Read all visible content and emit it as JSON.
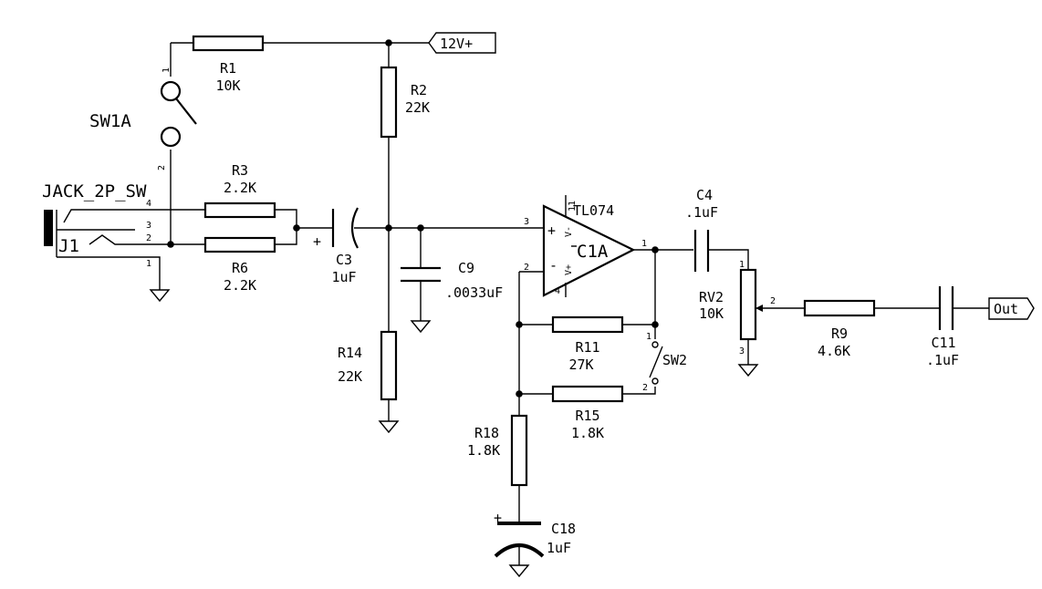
{
  "schematic": {
    "components": {
      "r1": {
        "ref": "R1",
        "value": "10K"
      },
      "r2": {
        "ref": "R2",
        "value": "22K"
      },
      "r3": {
        "ref": "R3",
        "value": "2.2K"
      },
      "r6": {
        "ref": "R6",
        "value": "2.2K"
      },
      "r14": {
        "ref": "R14",
        "value": "22K"
      },
      "r11": {
        "ref": "R11",
        "value": "27K"
      },
      "r15": {
        "ref": "R15",
        "value": "1.8K"
      },
      "r18": {
        "ref": "R18",
        "value": "1.8K"
      },
      "r9": {
        "ref": "R9",
        "value": "4.6K"
      },
      "c3": {
        "ref": "C3",
        "value": "1uF"
      },
      "c9": {
        "ref": "C9",
        "value": ".0033uF"
      },
      "c4": {
        "ref": "C4",
        "value": ".1uF"
      },
      "c11": {
        "ref": "C11",
        "value": ".1uF"
      },
      "c18": {
        "ref": "C18",
        "value": "1uF"
      },
      "rv2": {
        "ref": "RV2",
        "value": "10K"
      },
      "u1": {
        "ref": "C1A",
        "value": "TL074"
      },
      "j1": {
        "ref": "J1",
        "value": "JACK_2P_SW"
      },
      "sw1": {
        "ref": "SW1A"
      },
      "sw2": {
        "ref": "SW2"
      }
    },
    "pins": {
      "sw1_p1": "1",
      "sw1_p2": "2",
      "j1_p4": "4",
      "j1_p3": "3",
      "j1_p2": "2",
      "j1_p1": "1",
      "u1_p3": "3",
      "u1_p2": "2",
      "u1_p1": "1",
      "u1_p11": "11",
      "u1_p4": "4",
      "u1_vminus": "V-",
      "u1_vplus": "V+",
      "u1_plus": "+",
      "u1_minus": "-",
      "sw2_p1": "1",
      "sw2_p2": "2",
      "rv2_p1": "1",
      "rv2_p2": "2",
      "rv2_p3": "3",
      "c3_pol": "+",
      "c18_pol": "+"
    },
    "power": {
      "v12": "12V+"
    },
    "output": {
      "label": "Out"
    }
  }
}
